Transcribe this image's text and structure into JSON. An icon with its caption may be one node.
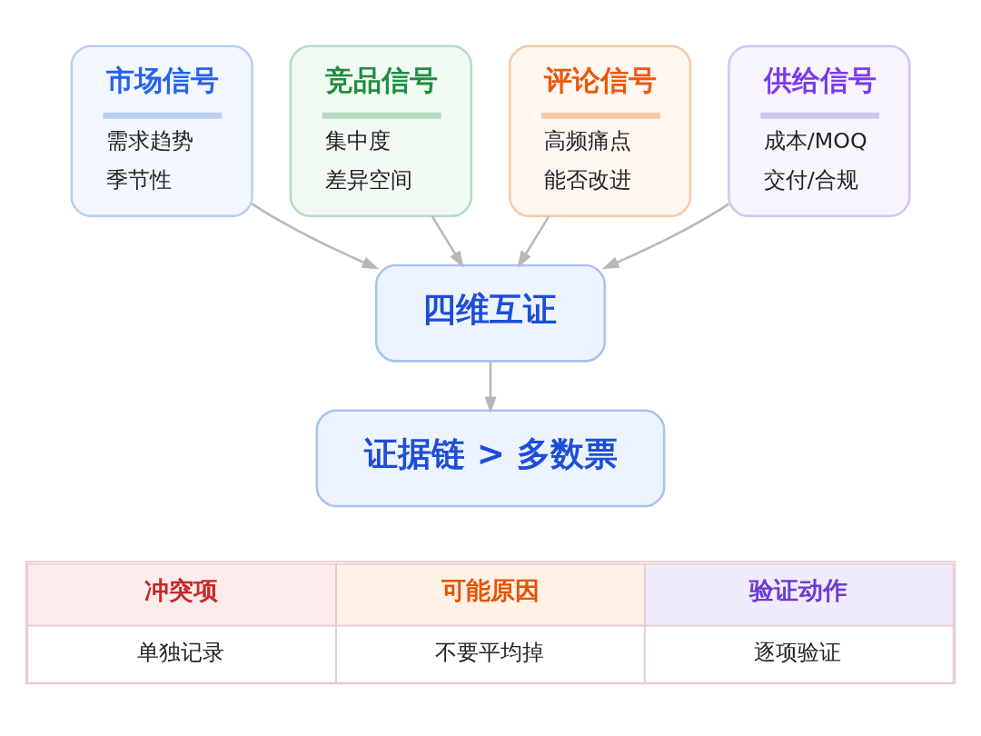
{
  "diagram": {
    "nodes": [
      {
        "text": [
          "市场信号",
          "需求趋势",
          "季节性"
        ]
      },
      {
        "text": [
          "竞品信号",
          "集中度",
          "差异空间"
        ]
      },
      {
        "text": [
          "评论信号",
          "高频痛点",
          "能否改进"
        ]
      },
      {
        "text": [
          "供给信号",
          "成本/MOQ",
          "交付/合规"
        ]
      },
      {
        "text": [
          "四维互证"
        ]
      },
      {
        "text": [
          "证据链 > 多数票"
        ]
      }
    ],
    "edges": [
      {
        "from": 0,
        "to": 4,
        "arrow": "to"
      },
      {
        "from": 1,
        "to": 4,
        "arrow": "to"
      },
      {
        "from": 2,
        "to": 4,
        "arrow": "to"
      },
      {
        "from": 3,
        "to": 4,
        "arrow": "to"
      },
      {
        "from": 4,
        "to": 5,
        "arrow": "to"
      }
    ],
    "labels": [
      "冲突项",
      "可能原因",
      "验证动作",
      "单独记录",
      "不要平均掉",
      "逐项验证"
    ]
  }
}
